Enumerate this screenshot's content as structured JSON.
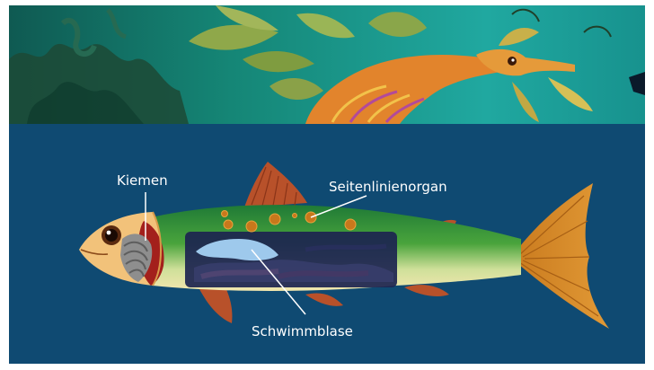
{
  "labels": {
    "gills": "Kiemen",
    "lateral_line": "Seitenlinienorgan",
    "swim_bladder": "Schwimmblase"
  },
  "colors": {
    "background": "#0f4a72",
    "fin_orange": "#d88a26",
    "fin_red": "#b24a28",
    "body_green": "#2f8a38",
    "belly_cream": "#eee3a8",
    "spot": "#c8781c",
    "swim_bladder": "#9ec9ec",
    "body_cavity": "#1c2450"
  },
  "photo": {
    "subject": "leafy seadragon",
    "water_color": "#1b9a9c"
  }
}
